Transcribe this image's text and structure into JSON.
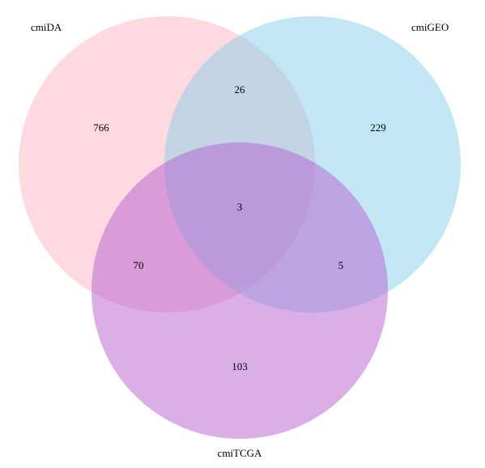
{
  "chart_data": {
    "type": "venn",
    "sets": [
      {
        "name": "cmiDA",
        "color": "#ffc0cb",
        "opacity": 0.6
      },
      {
        "name": "cmiGEO",
        "color": "#87ceeb",
        "opacity": 0.5
      },
      {
        "name": "cmiTCGA",
        "color": "#b65fcf",
        "opacity": 0.5
      }
    ],
    "regions": [
      {
        "sets": [
          "cmiDA"
        ],
        "value": "766"
      },
      {
        "sets": [
          "cmiGEO"
        ],
        "value": "229"
      },
      {
        "sets": [
          "cmiTCGA"
        ],
        "value": "103"
      },
      {
        "sets": [
          "cmiDA",
          "cmiGEO"
        ],
        "value": "26"
      },
      {
        "sets": [
          "cmiDA",
          "cmiTCGA"
        ],
        "value": "70"
      },
      {
        "sets": [
          "cmiGEO",
          "cmiTCGA"
        ],
        "value": "5"
      },
      {
        "sets": [
          "cmiDA",
          "cmiGEO",
          "cmiTCGA"
        ],
        "value": "3"
      }
    ]
  }
}
